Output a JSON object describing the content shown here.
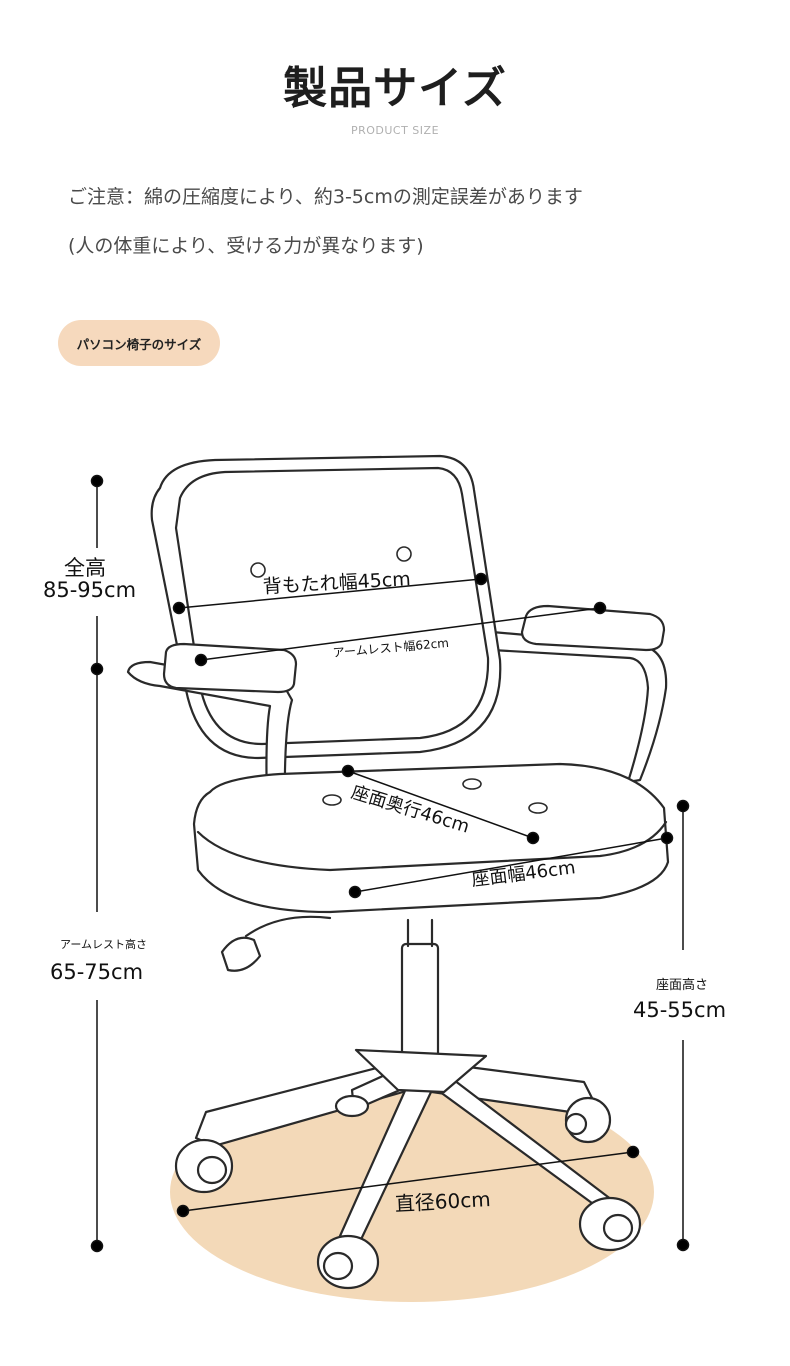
{
  "header": {
    "title": "製品サイズ",
    "subtitle": "PRODUCT SIZE"
  },
  "notes": {
    "line1": "ご注意：綿の圧縮度により、約3-5cmの測定誤差があります",
    "line2": "(人の体重により、受ける力が異なります)"
  },
  "section_tag": "パソコン椅子のサイズ",
  "dimensions": {
    "total_height_label": "全高",
    "total_height_value": "85-95cm",
    "backrest_width": "背もたれ幅45cm",
    "armrest_width": "アームレスト幅62cm",
    "seat_depth": "座面奥行46cm",
    "seat_width": "座面幅46cm",
    "armrest_height_label": "アームレスト高さ",
    "armrest_height_value": "65-75cm",
    "seat_height_label": "座面高さ",
    "seat_height_value": "45-55cm",
    "diameter": "直径60cm"
  },
  "colors": {
    "accent": "#f6d9bd",
    "floor_shadow": "#f3d9b8"
  }
}
